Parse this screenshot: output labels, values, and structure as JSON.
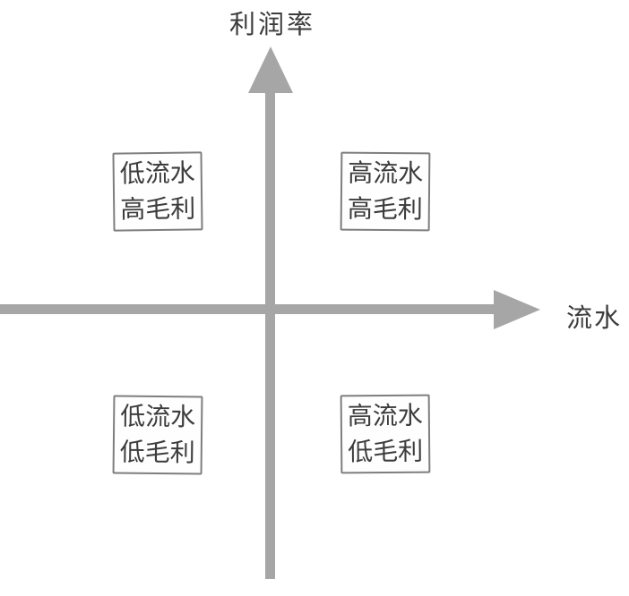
{
  "diagram": {
    "y_axis_label": "利润率",
    "x_axis_label": "流水",
    "axis_color": "#a6a6a6",
    "box_border_color": "#7e7e7e",
    "text_color": "#3c3c3c",
    "quadrants": [
      {
        "position": "top-left",
        "line1": "低流水",
        "line2": "高毛利"
      },
      {
        "position": "top-right",
        "line1": "高流水",
        "line2": "高毛利"
      },
      {
        "position": "bottom-left",
        "line1": "低流水",
        "line2": "低毛利"
      },
      {
        "position": "bottom-right",
        "line1": "高流水",
        "line2": "低毛利"
      }
    ]
  }
}
